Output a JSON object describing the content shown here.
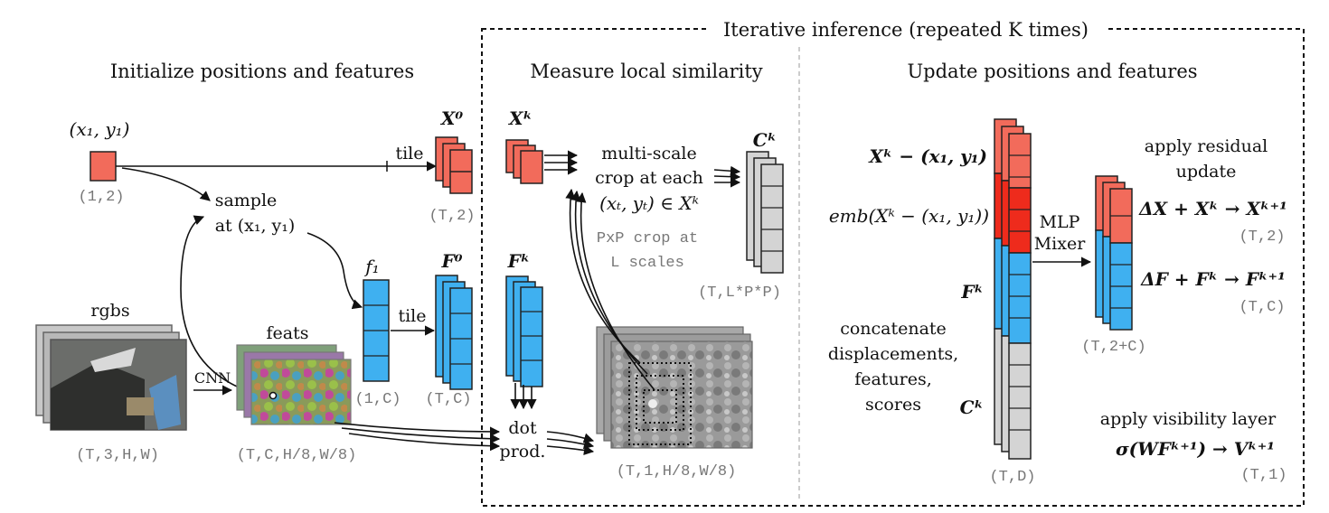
{
  "titles": {
    "initialize": "Initialize positions and features",
    "iterative": "Iterative inference (repeated K times)",
    "measure": "Measure local similarity",
    "update": "Update positions and features"
  },
  "colors": {
    "position_block": "#f26b5b",
    "position_block_dark": "#ee2b1c",
    "feature_block": "#3fb0f0",
    "score_block": "#d4d4d4",
    "dashed_frame": "#111111",
    "divider": "#bbbbbb"
  },
  "initialize": {
    "query_point": "(x₁, y₁)",
    "query_shape": "(1,2)",
    "tile_top": "tile",
    "x0_label": "X⁰",
    "x0_shape": "(T,2)",
    "sample_line1": "sample",
    "sample_line2": "at (x₁, y₁)",
    "f1_label": "f₁",
    "f1_shape": "(1,C)",
    "tile_bottom": "tile",
    "f0_label": "F⁰",
    "f0_shape": "(T,C)",
    "rgbs_label": "rgbs",
    "rgbs_shape": "(T,3,H,W)",
    "cnn_label": "CNN",
    "feats_label": "feats",
    "feats_shape": "(T,C,H/8,W/8)"
  },
  "measure": {
    "xk_label": "Xᵏ",
    "crop_line1": "multi-scale",
    "crop_line2": "crop at each",
    "crop_line3": "(xₜ, yₜ) ∈ Xᵏ",
    "crop_note_line1": "PxP crop at",
    "crop_note_line2": "L scales",
    "ck_label": "Cᵏ",
    "ck_shape": "(T,L*P*P)",
    "fk_label": "Fᵏ",
    "dot_line1": "dot",
    "dot_line2": "prod.",
    "corr_shape": "(T,1,H/8,W/8)"
  },
  "update": {
    "row_displacement": "Xᵏ − (x₁, y₁)",
    "row_embedding": "emb(Xᵏ − (x₁, y₁))",
    "row_features": "Fᵏ",
    "row_scores": "Cᵏ",
    "concat_line1": "concatenate",
    "concat_line2": "displacements,",
    "concat_line3": "features,",
    "concat_line4": "scores",
    "stack_shape": "(T,D)",
    "mlp_line1": "MLP",
    "mlp_line2": "Mixer",
    "residual_line1": "apply residual",
    "residual_line2": "update",
    "delta_x": "ΔX + Xᵏ → Xᵏ⁺¹",
    "delta_x_shape": "(T,2)",
    "delta_f": "ΔF + Fᵏ → Fᵏ⁺¹",
    "delta_f_shape": "(T,C)",
    "output_shape": "(T,2+C)",
    "visibility_line1": "apply visibility layer",
    "visibility_line2": "σ(WFᵏ⁺¹) → Vᵏ⁺¹",
    "visibility_shape": "(T,1)"
  }
}
